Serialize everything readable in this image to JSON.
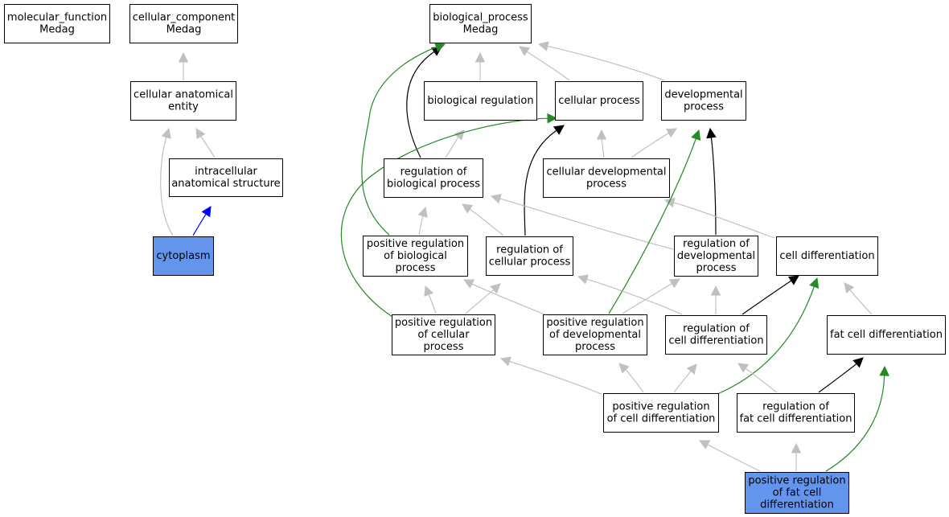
{
  "colors": {
    "background": "#ffffff",
    "node_fill": "#ffffff",
    "highlight_fill": "#6495ed",
    "edge_is_a": "#c0c0c0",
    "edge_regulates": "#000000",
    "edge_positively_regulates": "#228b22",
    "edge_part_of": "#0000ff"
  },
  "nodes": [
    {
      "id": "molecular_function",
      "lines": [
        "molecular_function",
        "Medag"
      ],
      "highlight": false
    },
    {
      "id": "cellular_component",
      "lines": [
        "cellular_component",
        "Medag"
      ],
      "highlight": false
    },
    {
      "id": "cellular_anatomical_entity",
      "lines": [
        "cellular anatomical",
        "entity"
      ],
      "highlight": false
    },
    {
      "id": "intracellular_anatomical_structure",
      "lines": [
        "intracellular",
        "anatomical structure"
      ],
      "highlight": false
    },
    {
      "id": "cytoplasm",
      "lines": [
        "cytoplasm"
      ],
      "highlight": true
    },
    {
      "id": "biological_process",
      "lines": [
        "biological_process",
        "Medag"
      ],
      "highlight": false
    },
    {
      "id": "biological_regulation",
      "lines": [
        "biological regulation"
      ],
      "highlight": false
    },
    {
      "id": "cellular_process",
      "lines": [
        "cellular process"
      ],
      "highlight": false
    },
    {
      "id": "developmental_process",
      "lines": [
        "developmental",
        "process"
      ],
      "highlight": false
    },
    {
      "id": "regulation_of_biological_process",
      "lines": [
        "regulation of",
        "biological process"
      ],
      "highlight": false
    },
    {
      "id": "cellular_developmental_process",
      "lines": [
        "cellular developmental",
        "process"
      ],
      "highlight": false
    },
    {
      "id": "positive_regulation_of_biological_process",
      "lines": [
        "positive regulation",
        "of biological",
        "process"
      ],
      "highlight": false
    },
    {
      "id": "regulation_of_cellular_process",
      "lines": [
        "regulation of",
        "cellular process"
      ],
      "highlight": false
    },
    {
      "id": "regulation_of_developmental_process",
      "lines": [
        "regulation of",
        "developmental",
        "process"
      ],
      "highlight": false
    },
    {
      "id": "cell_differentiation",
      "lines": [
        "cell differentiation"
      ],
      "highlight": false
    },
    {
      "id": "positive_regulation_of_cellular_process",
      "lines": [
        "positive regulation",
        "of cellular",
        "process"
      ],
      "highlight": false
    },
    {
      "id": "positive_regulation_of_developmental_process",
      "lines": [
        "positive regulation",
        "of developmental",
        "process"
      ],
      "highlight": false
    },
    {
      "id": "regulation_of_cell_differentiation",
      "lines": [
        "regulation of",
        "cell differentiation"
      ],
      "highlight": false
    },
    {
      "id": "fat_cell_differentiation",
      "lines": [
        "fat cell differentiation"
      ],
      "highlight": false
    },
    {
      "id": "positive_regulation_of_cell_differentiation",
      "lines": [
        "positive regulation",
        "of cell differentiation"
      ],
      "highlight": false
    },
    {
      "id": "regulation_of_fat_cell_differentiation",
      "lines": [
        "regulation of",
        "fat cell differentiation"
      ],
      "highlight": false
    },
    {
      "id": "positive_regulation_of_fat_cell_differentiation",
      "lines": [
        "positive regulation",
        "of fat cell",
        "differentiation"
      ],
      "highlight": true
    }
  ],
  "edges": [
    {
      "from": "cellular_anatomical_entity",
      "to": "cellular_component",
      "type": "is_a"
    },
    {
      "from": "intracellular_anatomical_structure",
      "to": "cellular_anatomical_entity",
      "type": "is_a"
    },
    {
      "from": "cytoplasm",
      "to": "cellular_anatomical_entity",
      "type": "is_a"
    },
    {
      "from": "cytoplasm",
      "to": "intracellular_anatomical_structure",
      "type": "part_of"
    },
    {
      "from": "biological_regulation",
      "to": "biological_process",
      "type": "is_a"
    },
    {
      "from": "cellular_process",
      "to": "biological_process",
      "type": "is_a"
    },
    {
      "from": "developmental_process",
      "to": "biological_process",
      "type": "is_a"
    },
    {
      "from": "regulation_of_biological_process",
      "to": "biological_regulation",
      "type": "is_a"
    },
    {
      "from": "regulation_of_biological_process",
      "to": "biological_process",
      "type": "regulates"
    },
    {
      "from": "cellular_developmental_process",
      "to": "cellular_process",
      "type": "is_a"
    },
    {
      "from": "cellular_developmental_process",
      "to": "developmental_process",
      "type": "is_a"
    },
    {
      "from": "positive_regulation_of_biological_process",
      "to": "regulation_of_biological_process",
      "type": "is_a"
    },
    {
      "from": "positive_regulation_of_biological_process",
      "to": "biological_process",
      "type": "positively_regulates"
    },
    {
      "from": "regulation_of_cellular_process",
      "to": "regulation_of_biological_process",
      "type": "is_a"
    },
    {
      "from": "regulation_of_cellular_process",
      "to": "cellular_process",
      "type": "regulates"
    },
    {
      "from": "regulation_of_developmental_process",
      "to": "regulation_of_biological_process",
      "type": "is_a"
    },
    {
      "from": "regulation_of_developmental_process",
      "to": "developmental_process",
      "type": "regulates"
    },
    {
      "from": "cell_differentiation",
      "to": "cellular_developmental_process",
      "type": "is_a"
    },
    {
      "from": "positive_regulation_of_cellular_process",
      "to": "positive_regulation_of_biological_process",
      "type": "is_a"
    },
    {
      "from": "positive_regulation_of_cellular_process",
      "to": "regulation_of_cellular_process",
      "type": "is_a"
    },
    {
      "from": "positive_regulation_of_cellular_process",
      "to": "cellular_process",
      "type": "positively_regulates"
    },
    {
      "from": "positive_regulation_of_developmental_process",
      "to": "positive_regulation_of_biological_process",
      "type": "is_a"
    },
    {
      "from": "positive_regulation_of_developmental_process",
      "to": "regulation_of_developmental_process",
      "type": "is_a"
    },
    {
      "from": "positive_regulation_of_developmental_process",
      "to": "developmental_process",
      "type": "positively_regulates"
    },
    {
      "from": "regulation_of_cell_differentiation",
      "to": "regulation_of_cellular_process",
      "type": "is_a"
    },
    {
      "from": "regulation_of_cell_differentiation",
      "to": "regulation_of_developmental_process",
      "type": "is_a"
    },
    {
      "from": "regulation_of_cell_differentiation",
      "to": "cell_differentiation",
      "type": "regulates"
    },
    {
      "from": "fat_cell_differentiation",
      "to": "cell_differentiation",
      "type": "is_a"
    },
    {
      "from": "positive_regulation_of_cell_differentiation",
      "to": "positive_regulation_of_cellular_process",
      "type": "is_a"
    },
    {
      "from": "positive_regulation_of_cell_differentiation",
      "to": "positive_regulation_of_developmental_process",
      "type": "is_a"
    },
    {
      "from": "positive_regulation_of_cell_differentiation",
      "to": "regulation_of_cell_differentiation",
      "type": "is_a"
    },
    {
      "from": "positive_regulation_of_cell_differentiation",
      "to": "cell_differentiation",
      "type": "positively_regulates"
    },
    {
      "from": "regulation_of_fat_cell_differentiation",
      "to": "regulation_of_cell_differentiation",
      "type": "is_a"
    },
    {
      "from": "regulation_of_fat_cell_differentiation",
      "to": "fat_cell_differentiation",
      "type": "regulates"
    },
    {
      "from": "positive_regulation_of_fat_cell_differentiation",
      "to": "positive_regulation_of_cell_differentiation",
      "type": "is_a"
    },
    {
      "from": "positive_regulation_of_fat_cell_differentiation",
      "to": "regulation_of_fat_cell_differentiation",
      "type": "is_a"
    },
    {
      "from": "positive_regulation_of_fat_cell_differentiation",
      "to": "fat_cell_differentiation",
      "type": "positively_regulates"
    }
  ]
}
